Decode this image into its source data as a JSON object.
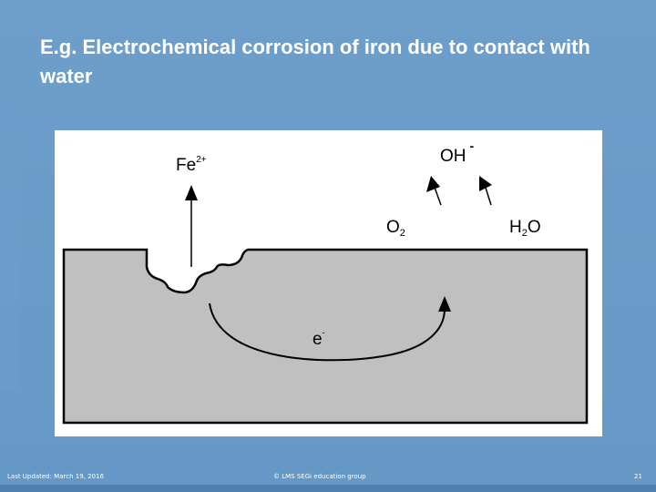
{
  "slide": {
    "title": "E.g. Electrochemical corrosion of iron due to contact with water"
  },
  "diagram": {
    "iron_ion": {
      "base": "Fe",
      "charge": "2+"
    },
    "hydroxide": {
      "base": "OH",
      "charge": "-"
    },
    "oxygen": {
      "base": "O",
      "sub": "2"
    },
    "water": {
      "pre": "H",
      "sub": "2",
      "post": "O"
    },
    "electron": {
      "base": "e",
      "charge": "-"
    },
    "colors": {
      "metal_fill": "#c0c0c0",
      "outline": "#000000",
      "panel": "#ffffff",
      "slide_bg": "#6a9cc9"
    }
  },
  "footer": {
    "left": "Last Updated: March 19, 2016",
    "center": "© LMS SEGi education group",
    "page": "21"
  }
}
